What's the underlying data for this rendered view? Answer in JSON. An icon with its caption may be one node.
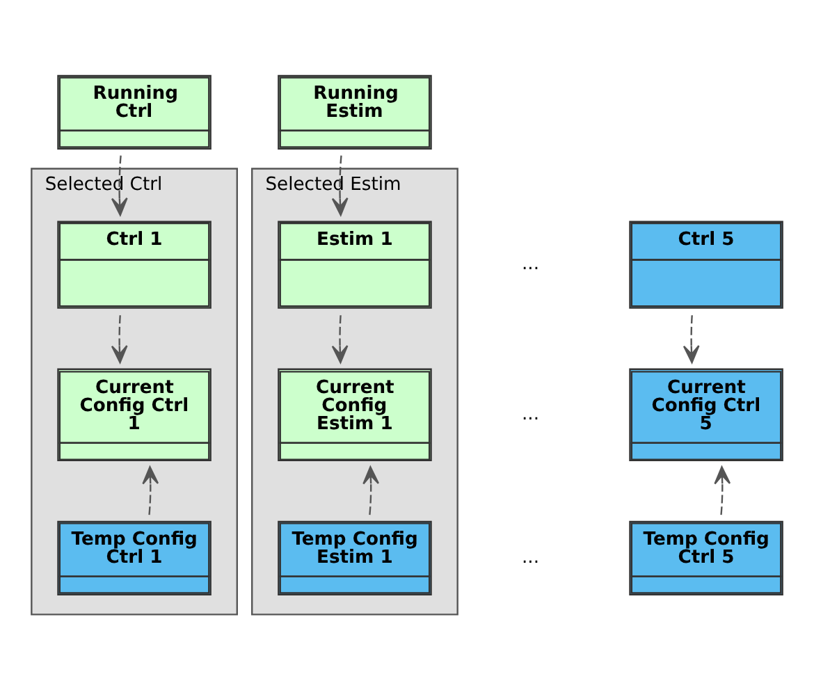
{
  "diagram": {
    "nodes": [
      {
        "text": [
          "Running Ctrl"
        ]
      },
      {
        "text": [
          "Running Estim"
        ]
      },
      {
        "text": [
          "Selected Ctrl"
        ]
      },
      {
        "text": [
          "Ctrl 1"
        ],
        "in": 2
      },
      {
        "text": [
          "Current Config Ctrl 1"
        ],
        "in": 2
      },
      {
        "text": [
          "Temp Config Ctrl 1"
        ],
        "in": 2
      },
      {
        "text": [
          "Ctrl 5"
        ]
      },
      {
        "text": [
          "Current Config Ctrl 5"
        ]
      },
      {
        "text": [
          "Temp Config Ctrl 5"
        ]
      },
      {
        "text": [
          "Selected Estim"
        ]
      },
      {
        "text": [
          "Estim 1"
        ],
        "in": 9
      },
      {
        "text": [
          "Current Config Estim 1"
        ],
        "in": 9
      },
      {
        "text": [
          "Temp Config Estim 1"
        ],
        "in": 9
      }
    ],
    "edges": [
      {
        "from": 0,
        "to": 3,
        "arrow": "to",
        "style": "dashed"
      },
      {
        "from": 1,
        "to": 10,
        "arrow": "to",
        "style": "dashed"
      },
      {
        "from": 3,
        "to": 4,
        "arrow": "to",
        "style": "dashed"
      },
      {
        "from": 6,
        "to": 7,
        "arrow": "to",
        "style": "dashed"
      },
      {
        "from": 10,
        "to": 11,
        "arrow": "to",
        "style": "dashed"
      },
      {
        "from": 5,
        "to": 4,
        "arrow": "to",
        "style": "dashed"
      },
      {
        "from": 8,
        "to": 7,
        "arrow": "to",
        "style": "dashed"
      },
      {
        "from": 12,
        "to": 11,
        "arrow": "to",
        "style": "dashed"
      }
    ],
    "labels": [
      "...",
      "...",
      "..."
    ]
  }
}
